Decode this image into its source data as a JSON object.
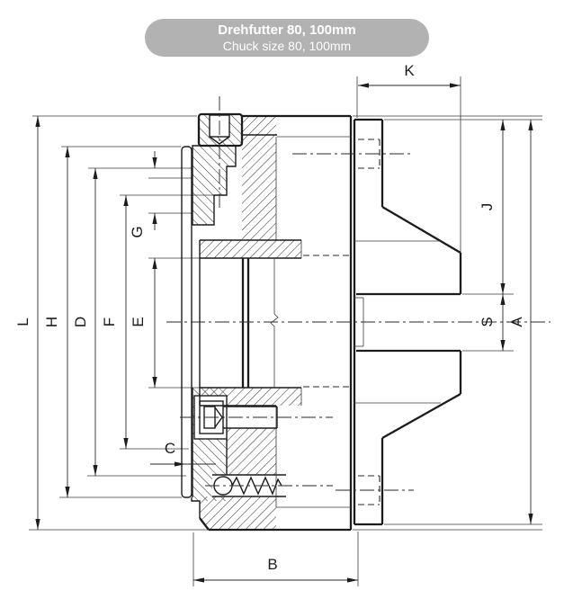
{
  "badge": {
    "title": "Drehfutter 80, 100mm",
    "subtitle": "Chuck size 80, 100mm"
  },
  "drawing": {
    "description": "Cross-section technical drawing of a lathe chuck (front body with jaws, screws, ball detent and spring) mounted on a tapered back plate",
    "labels": {
      "K": "K",
      "J": "J",
      "S": "S",
      "A": "A",
      "L": "L",
      "H": "H",
      "D": "D",
      "F": "F",
      "E": "E",
      "G": "G",
      "C": "C",
      "B": "B"
    }
  },
  "colors": {
    "background": "#ffffff",
    "line": "#1c1c1c",
    "badge_bg": "#b2b2b2",
    "badge_text": "#ffffff"
  }
}
